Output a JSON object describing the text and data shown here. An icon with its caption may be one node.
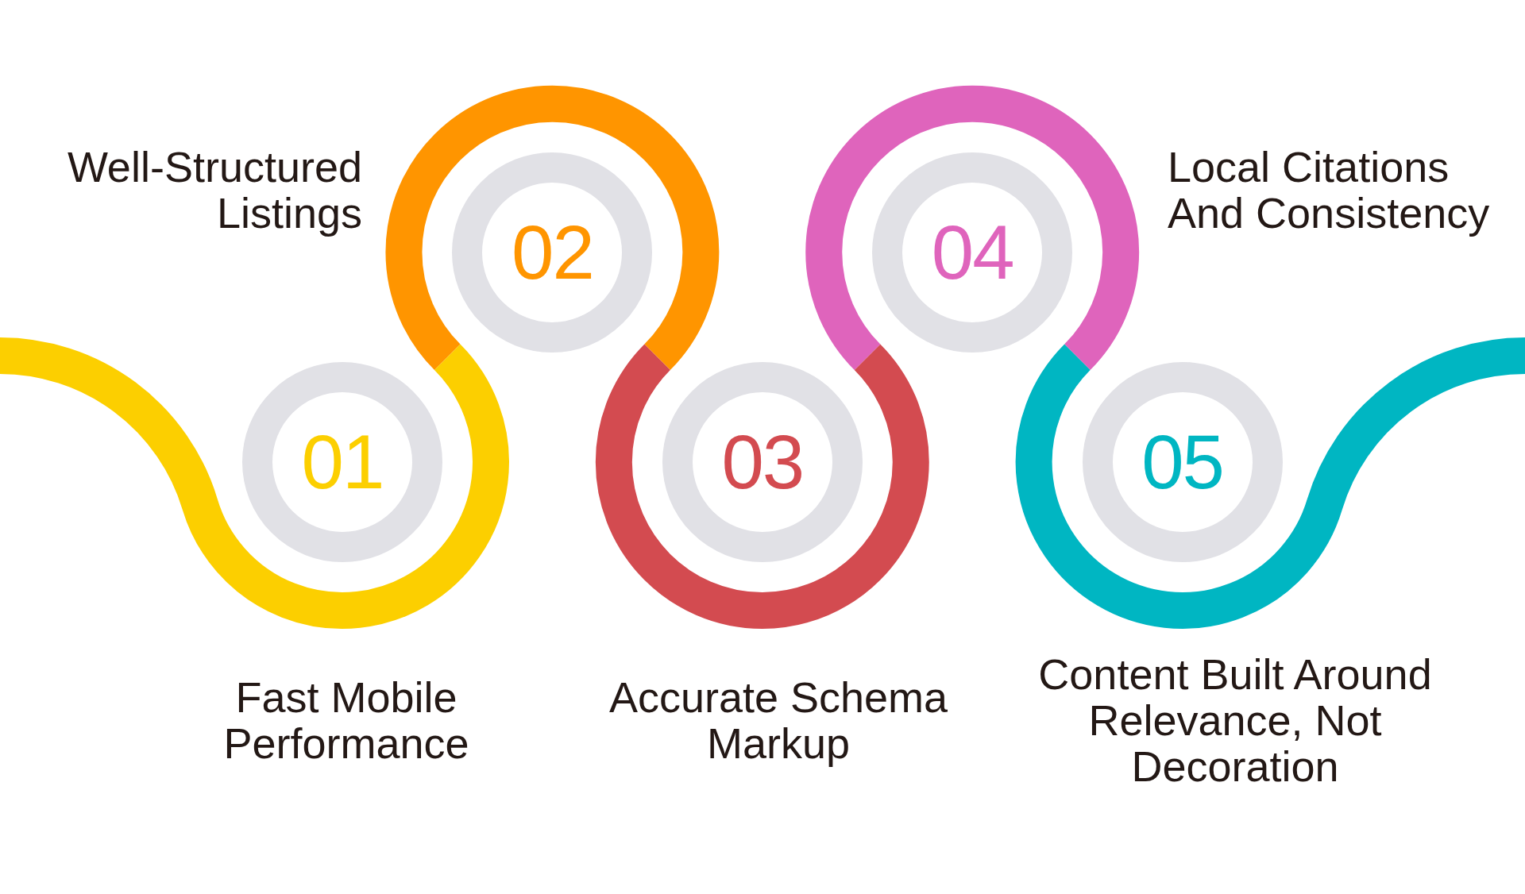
{
  "diagram": {
    "nodes": [
      {
        "text": [
          "01"
        ],
        "beside": [
          "Fast Mobile Performance"
        ]
      },
      {
        "text": [
          "02"
        ],
        "beside": [
          "Well-Structured Listings"
        ]
      },
      {
        "text": [
          "03"
        ],
        "beside": [
          "Accurate Schema Markup"
        ]
      },
      {
        "text": [
          "04"
        ],
        "beside": [
          "Local Citations And Consistency"
        ]
      },
      {
        "text": [
          "05"
        ],
        "beside": [
          "Content Built Around Relevance, Not Decoration"
        ]
      }
    ]
  }
}
